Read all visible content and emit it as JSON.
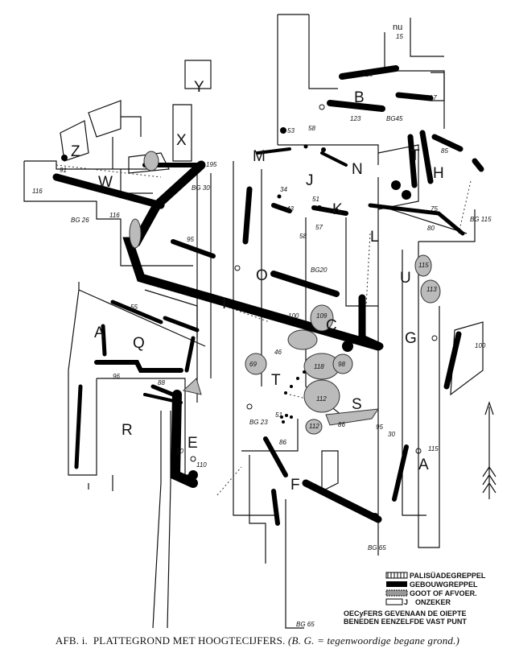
{
  "figure": {
    "caption_prefix": "AFB. i.",
    "caption_title": "PLATTEGROND MET HOOGTECIJFERS.",
    "caption_note": "(B. G. = tegenwoordige begane grond.)"
  },
  "legend": {
    "items": [
      {
        "label": "PALISÜADEGREPPEL",
        "style": "hatched"
      },
      {
        "label": "GEBOUWGREPPEL",
        "style": "black"
      },
      {
        "label": "GOOT OF AFVOER.",
        "style": "dotted"
      },
      {
        "label": "ONZEKER",
        "style": "outline"
      }
    ],
    "onzeker_key": "J",
    "note_line1": "OECyFERS GEVENAAN DE OIEPTE",
    "note_line2": "BENEDEN EENZELFDE VAST PUNT"
  },
  "corner_label": "nu",
  "areas": [
    {
      "id": "Y",
      "label": "Y"
    },
    {
      "id": "X",
      "label": "X"
    },
    {
      "id": "Z",
      "label": "Z"
    },
    {
      "id": "W",
      "label": "W"
    },
    {
      "id": "M",
      "label": "M"
    },
    {
      "id": "J",
      "label": "J"
    },
    {
      "id": "N",
      "label": "N"
    },
    {
      "id": "B",
      "label": "B"
    },
    {
      "id": "T1",
      "label": "T"
    },
    {
      "id": "H",
      "label": "H"
    },
    {
      "id": "K",
      "label": "K"
    },
    {
      "id": "L",
      "label": "L"
    },
    {
      "id": "U",
      "label": "U"
    },
    {
      "id": "O",
      "label": "O"
    },
    {
      "id": "I",
      "label": "I"
    },
    {
      "id": "C",
      "label": "C"
    },
    {
      "id": "G",
      "label": "G"
    },
    {
      "id": "A1",
      "label": "A"
    },
    {
      "id": "Q",
      "label": "Q"
    },
    {
      "id": "T2",
      "label": "T"
    },
    {
      "id": "S",
      "label": "S"
    },
    {
      "id": "R",
      "label": "R"
    },
    {
      "id": "E",
      "label": "E"
    },
    {
      "id": "F",
      "label": "F"
    },
    {
      "id": "A2",
      "label": "A"
    }
  ],
  "elevations": [
    "120",
    "117",
    "123",
    "BG45",
    "85",
    "53",
    "58",
    "195",
    "91",
    "116",
    "BG 30",
    "116",
    "BG 26",
    "34",
    "43",
    "51",
    "58",
    "57",
    "75",
    "80",
    "BG 115",
    "95",
    "BG20",
    "115",
    "113",
    "100",
    "109",
    "55",
    "100",
    "46",
    "69",
    "118",
    "98",
    "96",
    "88",
    "112",
    "86",
    "95",
    "90",
    "30",
    "BG 23",
    "51",
    "112",
    "86",
    "110",
    "115",
    "BG 65",
    "BG 65"
  ]
}
